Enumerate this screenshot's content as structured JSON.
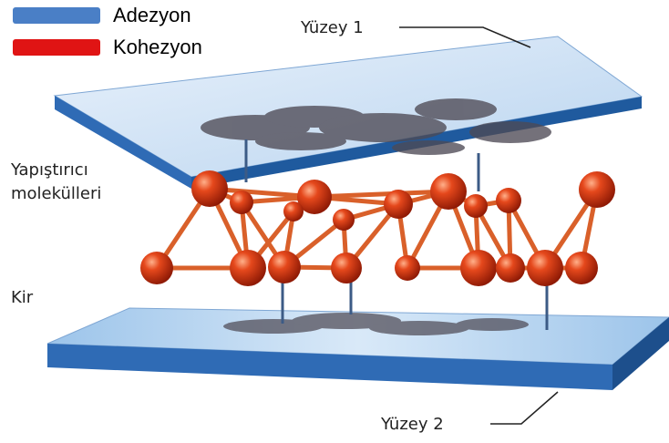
{
  "legend": {
    "items": [
      {
        "label": "Adezyon",
        "color": "#4a7fc6"
      },
      {
        "label": "Kohezyon",
        "color": "#e01414"
      }
    ]
  },
  "labels": {
    "surface_top": "Yüzey 1",
    "surface_bottom": "Yüzey 2",
    "adhesive_line1": "Yapıştırıcı",
    "adhesive_line2": "molekülleri",
    "dirt": "Kir"
  },
  "colors": {
    "plate_top": "#6fa6dc",
    "plate_front": "#2f6bb5",
    "plate_edge": "#1d4f8c",
    "dirt": "#4e4a55",
    "molecule": "#d93a12",
    "bond": "#d9602a",
    "connector": "#3c5b86"
  }
}
